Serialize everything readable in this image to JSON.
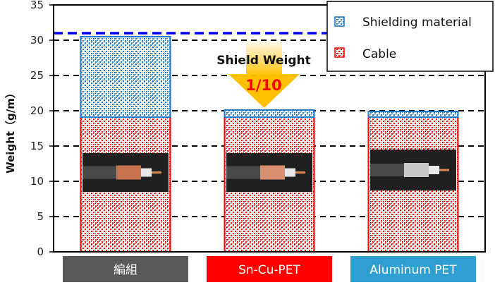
{
  "chart_data": {
    "type": "bar",
    "stacked": true,
    "title": "",
    "ylabel": "Weight（g/m）",
    "xlabel": "",
    "ylim": [
      0,
      35
    ],
    "yticks": [
      0,
      5,
      10,
      15,
      20,
      25,
      30,
      35
    ],
    "grid": true,
    "categories": [
      "編組",
      "Sn-Cu-PET",
      "Aluminum PET"
    ],
    "category_colors": [
      "#595959",
      "#ff0000",
      "#2e9fd0"
    ],
    "series": [
      {
        "name": "Cable",
        "color": "#ff0000",
        "values": [
          19.1,
          19.1,
          19.1
        ]
      },
      {
        "name": "Shielding material",
        "color": "#1f77c8",
        "values": [
          11.4,
          1.0,
          0.8
        ]
      }
    ],
    "reference_line": {
      "value": 31,
      "color": "#0000ee"
    },
    "legend": {
      "position": "top-right",
      "entries": [
        "Shielding material",
        "Cable"
      ]
    },
    "annotation": {
      "text": "Shield Weight",
      "ratio": "1/10",
      "arrow_color": "#ffc000"
    }
  }
}
